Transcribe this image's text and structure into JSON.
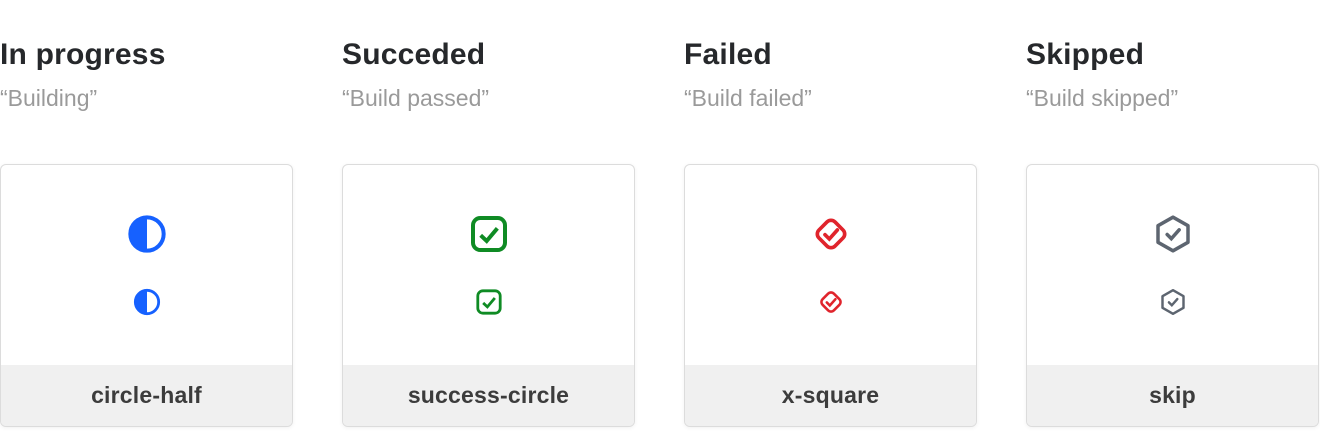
{
  "colors": {
    "heading_text": "#26282b",
    "subtitle_text": "#9a9a9a",
    "label_text": "#3c3c3c",
    "footer_background": "#f0f0f0",
    "card_border": "#dcdcdc",
    "in_progress_blue": "#1661ff",
    "succeeded_green": "#0f8b24",
    "failed_red": "#e0242c",
    "skipped_slate": "#5d6570"
  },
  "columns": [
    {
      "heading": "In progress",
      "subtitle": "“Building”",
      "icon": "circle-half-icon",
      "label": "circle-half",
      "color": "#1661ff"
    },
    {
      "heading": "Succeded",
      "subtitle": "“Build passed”",
      "icon": "check-square-icon",
      "label": "success-circle",
      "color": "#0f8b24"
    },
    {
      "heading": "Failed",
      "subtitle": "“Build failed”",
      "icon": "check-diamond-icon",
      "label": "x-square",
      "color": "#e0242c"
    },
    {
      "heading": "Skipped",
      "subtitle": "“Build skipped”",
      "icon": "check-hexagon-icon",
      "label": "skip",
      "color": "#5d6570"
    }
  ]
}
